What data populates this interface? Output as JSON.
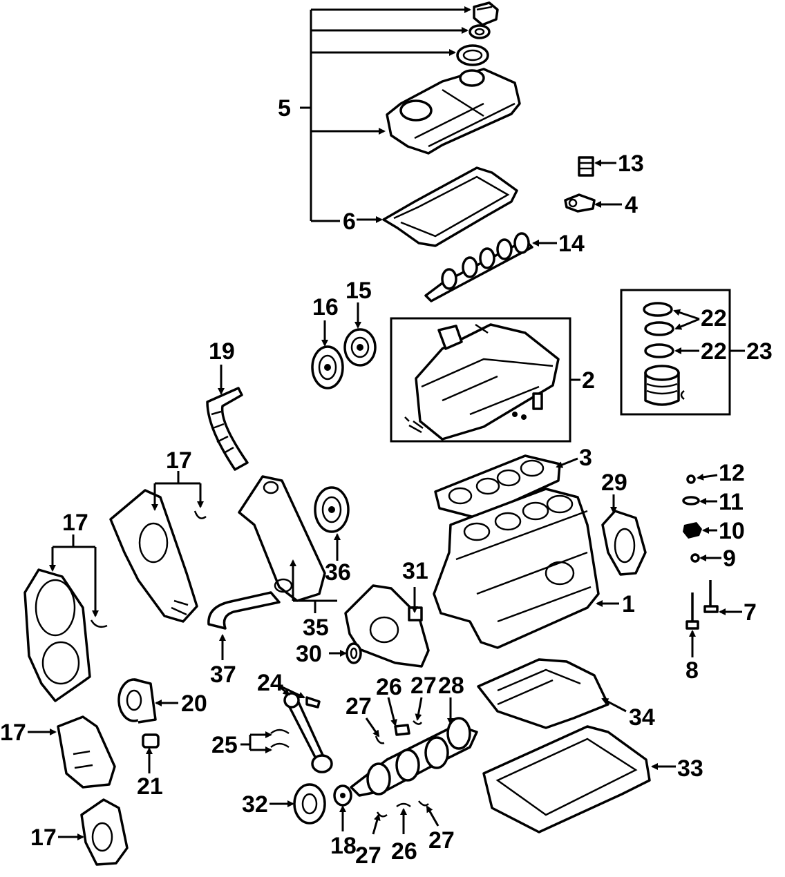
{
  "callouts": {
    "c1": "1",
    "c2": "2",
    "c3": "3",
    "c4": "4",
    "c5": "5",
    "c6": "6",
    "c7": "7",
    "c8": "8",
    "c9": "9",
    "c10": "10",
    "c11": "11",
    "c12": "12",
    "c13": "13",
    "c14": "14",
    "c15": "15",
    "c16": "16",
    "c17": "17",
    "c18": "18",
    "c19": "19",
    "c20": "20",
    "c21": "21",
    "c22": "22",
    "c23": "23",
    "c24": "24",
    "c25": "25",
    "c26": "26",
    "c27": "27",
    "c28": "28",
    "c29": "29",
    "c30": "30",
    "c31": "31",
    "c32": "32",
    "c33": "33",
    "c34": "34",
    "c35": "35",
    "c36": "36",
    "c37": "37"
  }
}
